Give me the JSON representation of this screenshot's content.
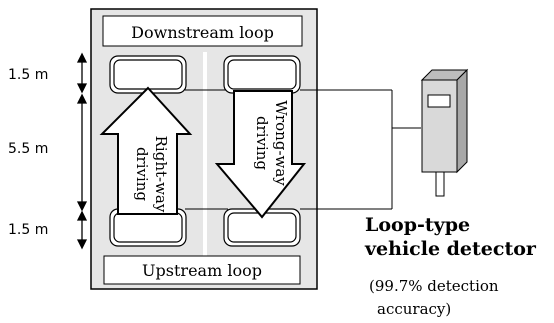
{
  "diagram": {
    "downstream_loop_label": "Downstream loop",
    "upstream_loop_label": "Upstream loop",
    "right_way_line1": "Right-way",
    "right_way_line2": "driving",
    "wrong_way_line1": "Wrong-way",
    "wrong_way_line2": "driving",
    "dim_top": "1.5 m",
    "dim_middle": "5.5 m",
    "dim_bottom": "1.5 m",
    "detector_title_line1": "Loop-type",
    "detector_title_line2": "vehicle detector",
    "accuracy_line1": "(99.7% detection",
    "accuracy_line2": "accuracy)"
  },
  "colors": {
    "road": "#e6e6e6",
    "detector_body": "#d9d9d9",
    "outline": "#000000",
    "arrow_fill": "#ffffff"
  }
}
